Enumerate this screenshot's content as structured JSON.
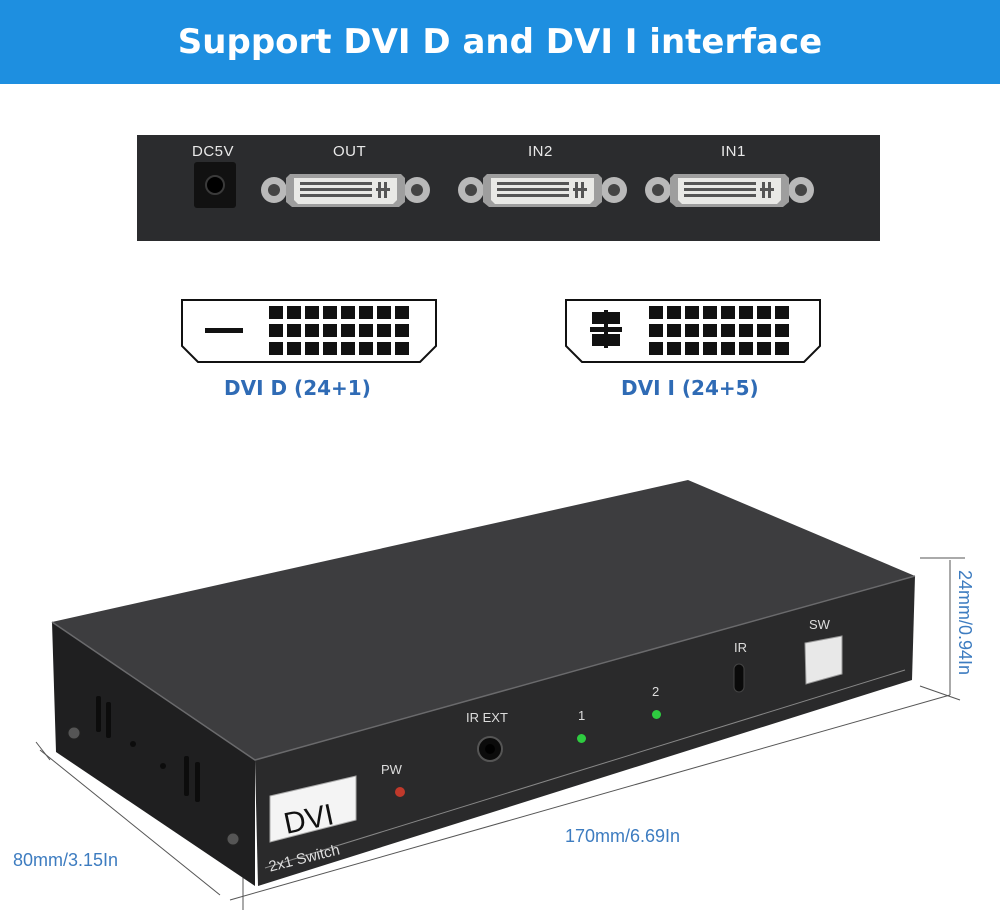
{
  "banner": {
    "title": "Support DVI D  and DVI I interface"
  },
  "rear_panel": {
    "ports": [
      {
        "label": "DC5V"
      },
      {
        "label": "OUT"
      },
      {
        "label": "IN2"
      },
      {
        "label": "IN1"
      }
    ]
  },
  "connectors": [
    {
      "label": "DVI D (24+1)"
    },
    {
      "label": "DVI I (24+5)"
    }
  ],
  "device": {
    "logo": "DVI",
    "model": "2x1 Switch",
    "labels": {
      "pw": "PW",
      "ir_ext": "IR EXT",
      "led1": "1",
      "led2": "2",
      "ir": "IR",
      "sw": "SW"
    }
  },
  "dimensions": {
    "height": "24mm/0.94In",
    "width": "170mm/6.69In",
    "depth": "80mm/3.15In"
  },
  "colors": {
    "banner": "#1e8fe0",
    "label_blue": "#2f6bb5",
    "panel": "#2b2c2e",
    "led_green": "#2ecc40",
    "led_red": "#c0392b"
  }
}
